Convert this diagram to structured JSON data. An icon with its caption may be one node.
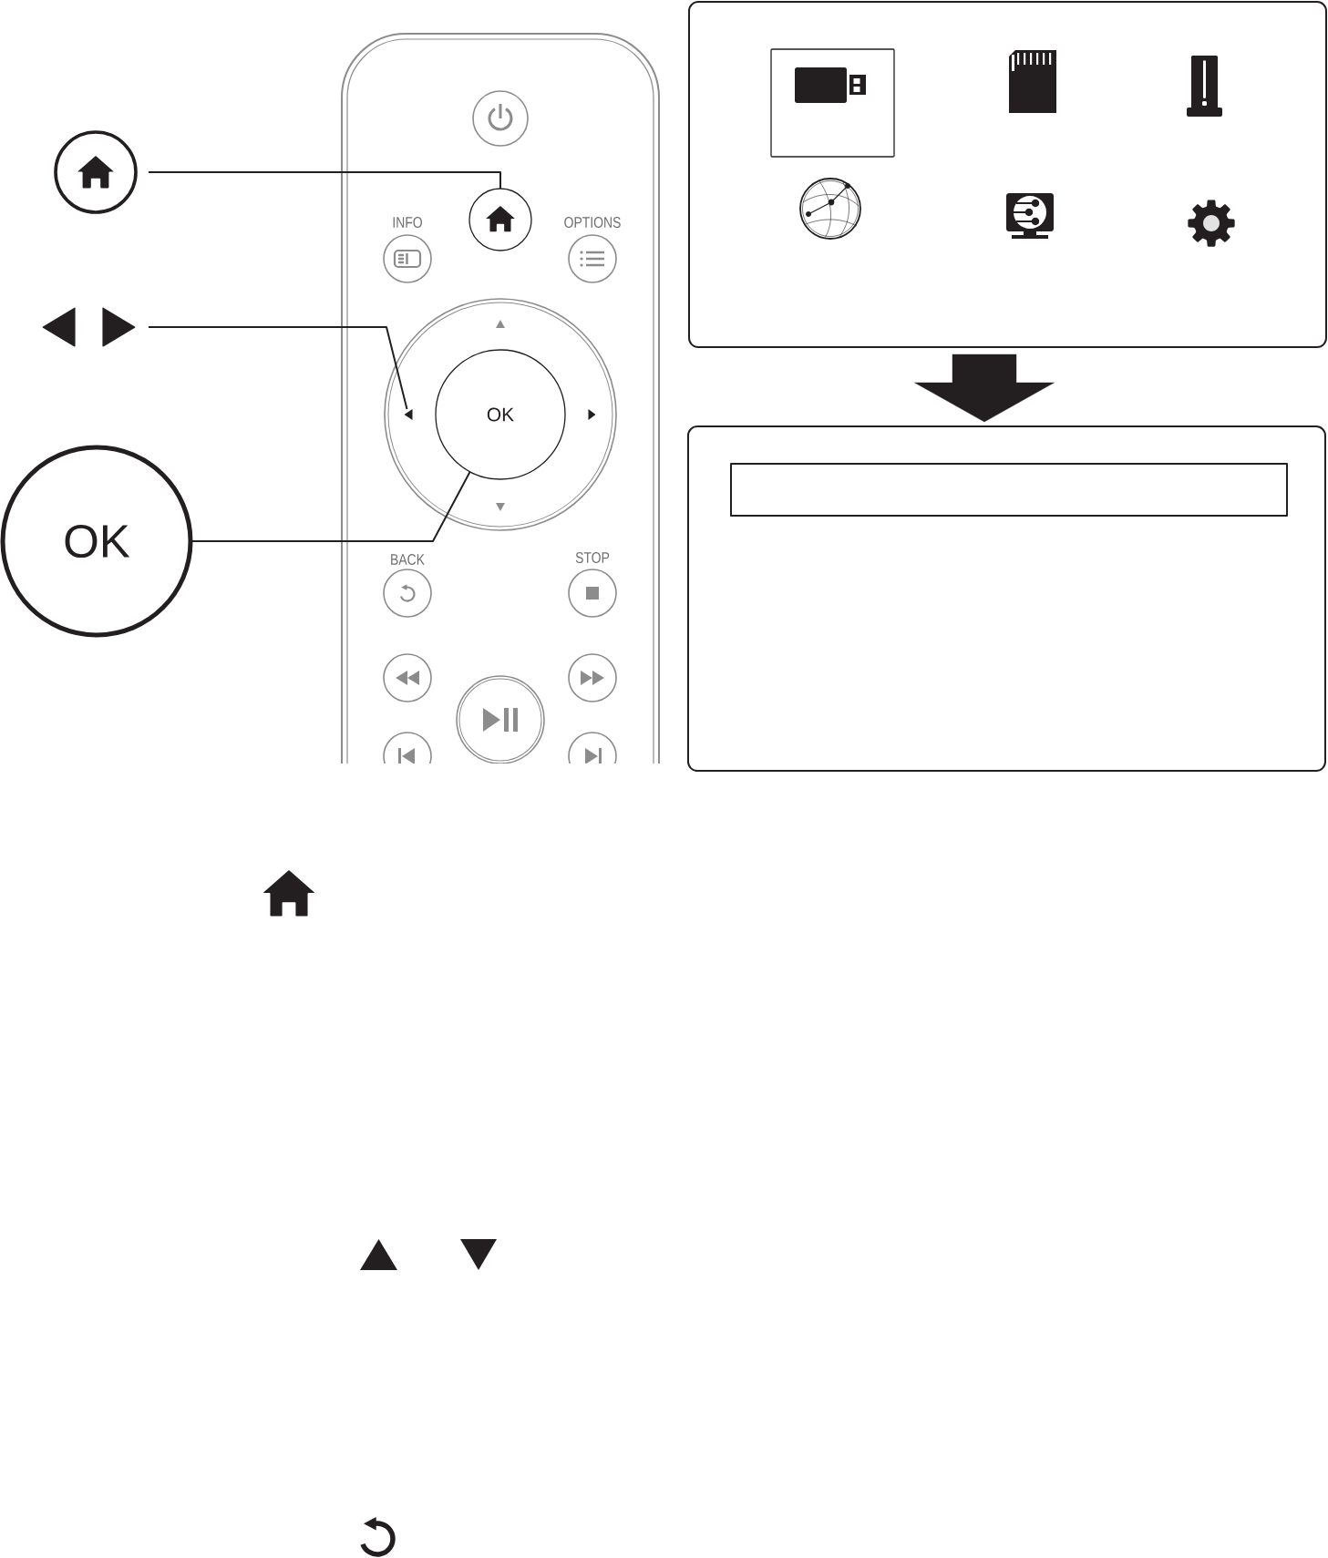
{
  "diagram": {
    "nodes": [
      {
        "text": [],
        "shape": "circle"
      },
      {
        "text": [],
        "shape": "picture"
      },
      {
        "text": [
          "OK"
        ]
      },
      {
        "text": [],
        "shape": "circle"
      },
      {
        "text": [],
        "shape": "triangle"
      },
      {
        "text": [
          "OK"
        ]
      },
      {
        "text": [],
        "shape": "box"
      },
      {
        "text": [],
        "shape": "box"
      }
    ],
    "edges": [
      {
        "from": 0,
        "to": 3,
        "arrow": "none"
      },
      {
        "from": 1,
        "to": 4,
        "arrow": "none"
      },
      {
        "from": 2,
        "to": 5,
        "arrow": "none"
      },
      {
        "from": 6,
        "to": 7,
        "arrow": "to",
        "style": "thick"
      }
    ],
    "labels": [
      "INFO",
      "OPTIONS",
      "BACK",
      "STOP"
    ]
  }
}
